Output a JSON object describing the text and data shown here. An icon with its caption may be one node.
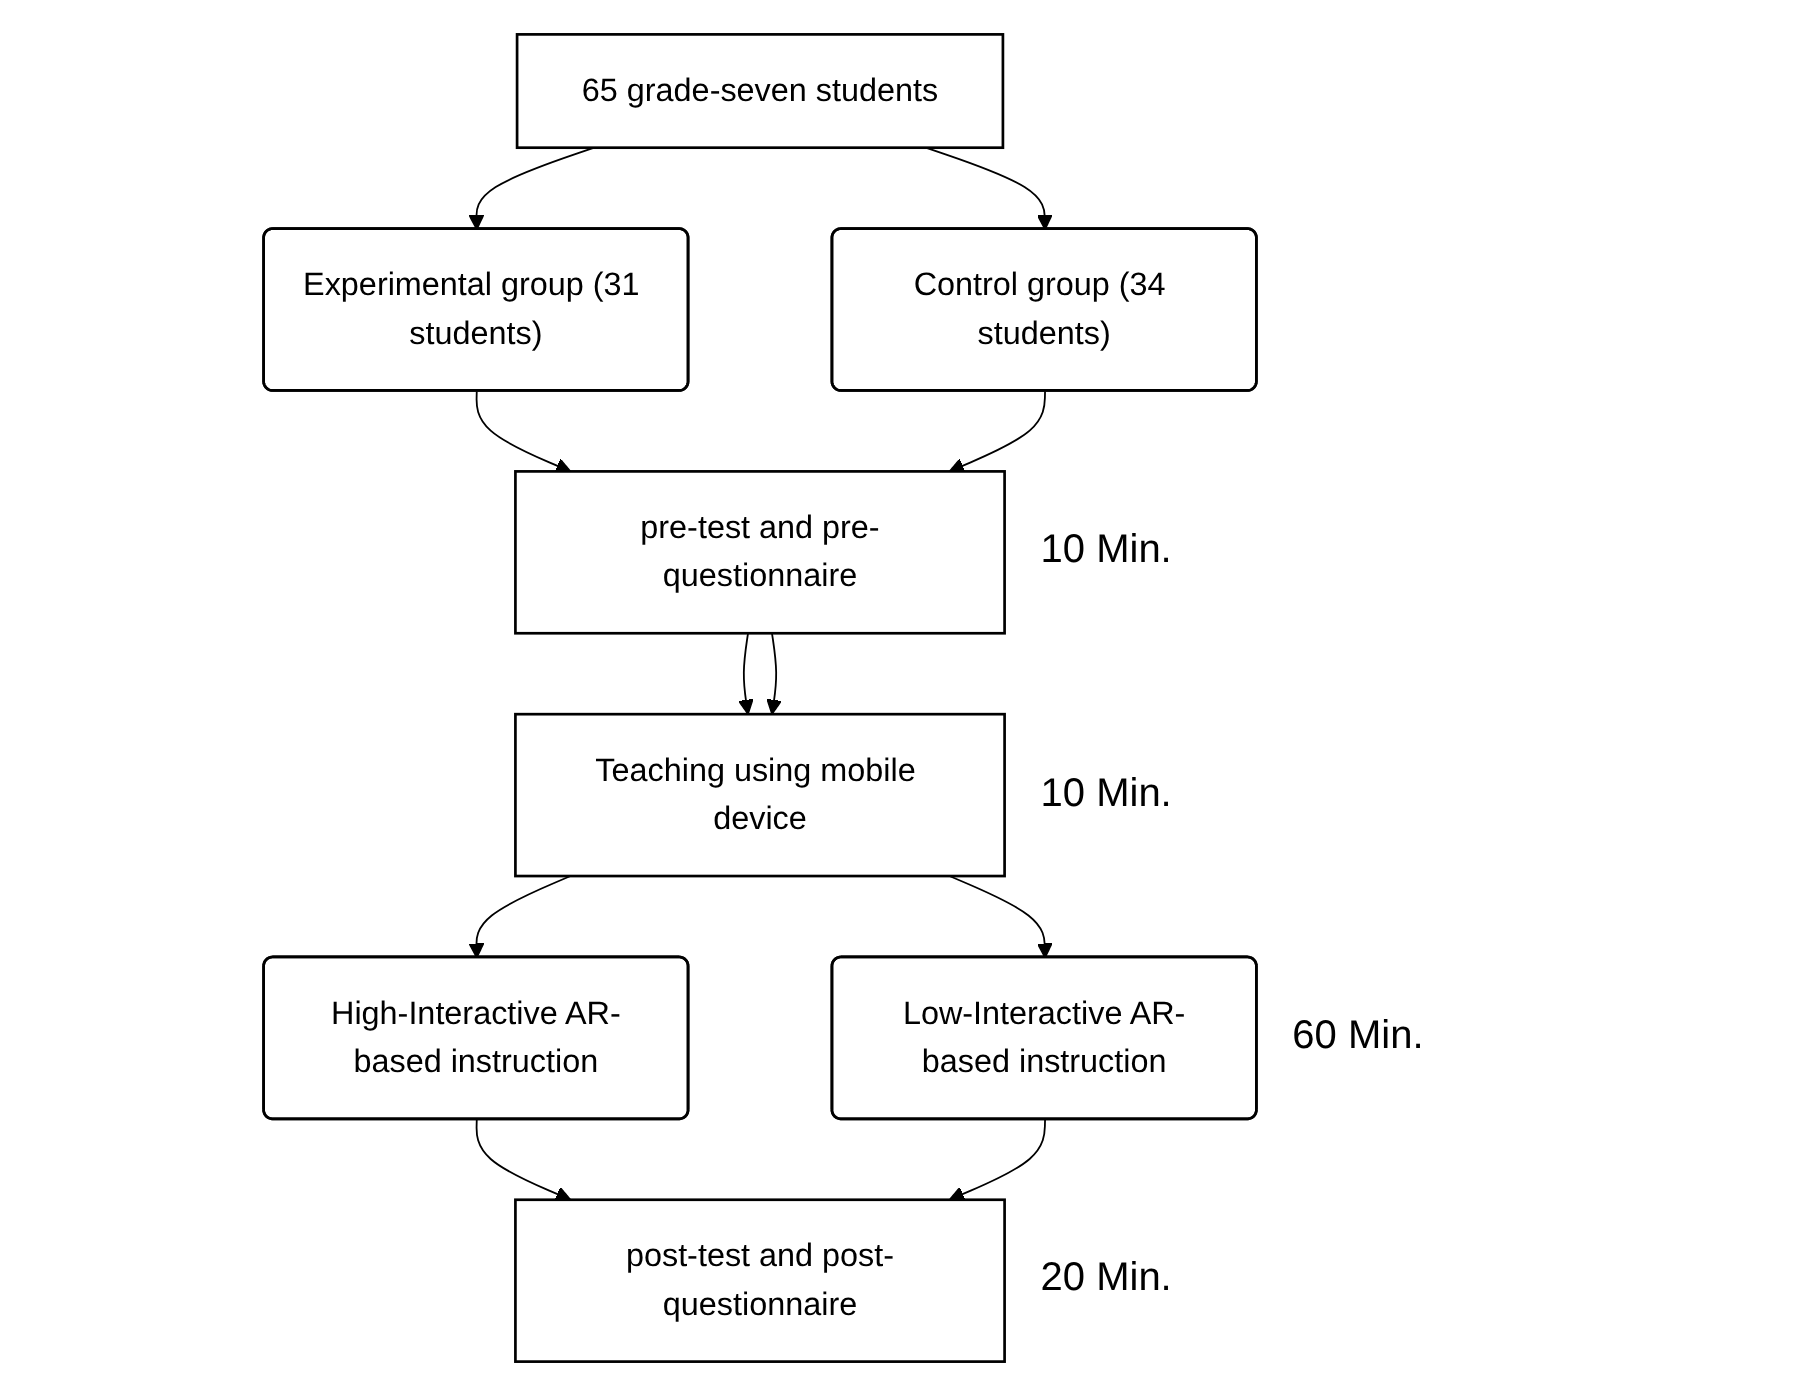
{
  "diagram": {
    "nodes": [
      {
        "text": [
          "65 grade-seven students"
        ]
      },
      {
        "text": [
          "Experimental group (31 students)"
        ]
      },
      {
        "text": [
          "Control group (34 students)"
        ]
      },
      {
        "text": [
          "pre-test and pre-questionnaire"
        ],
        "beside": [
          "10 Min."
        ]
      },
      {
        "text": [
          "Teaching using mobile device"
        ],
        "beside": [
          "10 Min."
        ]
      },
      {
        "text": [
          "High-Interactive AR-based instruction"
        ]
      },
      {
        "text": [
          "Low-Interactive AR-based instruction"
        ],
        "beside": [
          "60 Min."
        ]
      },
      {
        "text": [
          "post-test and post-questionnaire"
        ],
        "beside": [
          "20 Min."
        ]
      }
    ],
    "edges": [
      {
        "from": 0,
        "to": 1,
        "arrow": "to"
      },
      {
        "from": 0,
        "to": 2,
        "arrow": "to"
      },
      {
        "from": 1,
        "to": 3,
        "arrow": "to"
      },
      {
        "from": 2,
        "to": 3,
        "arrow": "to"
      },
      {
        "from": 3,
        "to": 4,
        "arrow": "to"
      },
      {
        "from": 3,
        "to": 4,
        "arrow": "to"
      },
      {
        "from": 4,
        "to": 5,
        "arrow": "to"
      },
      {
        "from": 4,
        "to": 6,
        "arrow": "to"
      },
      {
        "from": 5,
        "to": 7,
        "arrow": "to"
      },
      {
        "from": 6,
        "to": 7,
        "arrow": "to"
      }
    ]
  }
}
